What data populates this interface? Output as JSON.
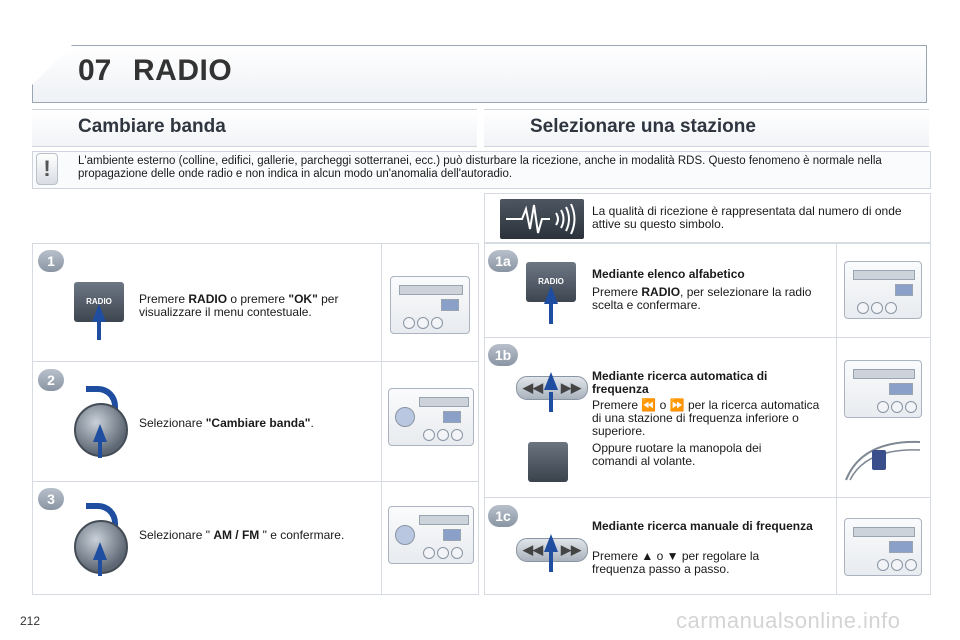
{
  "header": {
    "chapter": "07",
    "title": "RADIO"
  },
  "sections": {
    "left_title": "Cambiare banda",
    "right_title": "Selezionare una stazione"
  },
  "warning": {
    "icon": "exclamation-icon",
    "icon_glyph": "!",
    "text": "L'ambiente esterno (colline, edifici, gallerie, parcheggi sotterranei, ecc.) può disturbare la ricezione, anche in modalità RDS. Questo fenomeno è normale nella propagazione delle onde radio e non indica in alcun modo un'anomalia dell'autoradio."
  },
  "quality": {
    "text": "La qualità di ricezione è rappresentata dal numero di onde attive su questo simbolo."
  },
  "left_steps": [
    {
      "num": "1",
      "text_pre": "Premere ",
      "b1": "RADIO",
      "mid": " o premere ",
      "b2": "\"OK\"",
      "post": " per visualizzare il menu contestuale.",
      "button_label": "RADIO"
    },
    {
      "num": "2",
      "text_pre": "Selezionare ",
      "b1": "\"Cambiare banda\"",
      "post": "."
    },
    {
      "num": "3",
      "text_pre": "Selezionare \" ",
      "b1": "AM / FM",
      "post": " \" e confermare."
    }
  ],
  "right_steps": [
    {
      "num": "1a",
      "title": "Mediante elenco alfabetico",
      "text_pre": "Premere ",
      "b1": "RADIO",
      "post": ", per selezionare la radio scelta e confermare.",
      "button_label": "RADIO"
    },
    {
      "num": "1b",
      "title": "Mediante ricerca automatica di frequenza",
      "text_pre": "Premere ",
      "sym1": "⏪",
      "mid": " o ",
      "sym2": "⏩",
      "post": " per la ricerca automatica di una stazione di frequenza inferiore o superiore.",
      "text2": "Oppure ruotare la manopola dei comandi al volante.",
      "seek_left": "◀◀",
      "seek_right": "▶▶"
    },
    {
      "num": "1c",
      "title": "Mediante ricerca manuale di frequenza",
      "text_pre": "Premere ",
      "sym1": "▲",
      "mid": " o ",
      "sym2": "▼",
      "post": " per regolare la frequenza passo a passo.",
      "seek_left": "◀◀",
      "seek_right": "▶▶"
    }
  ],
  "footer": {
    "page": "212",
    "watermark": "carmanualsonline.info"
  },
  "colors": {
    "accent_arrow": "#1f4ea0",
    "step_badge": "#8a95a3"
  }
}
